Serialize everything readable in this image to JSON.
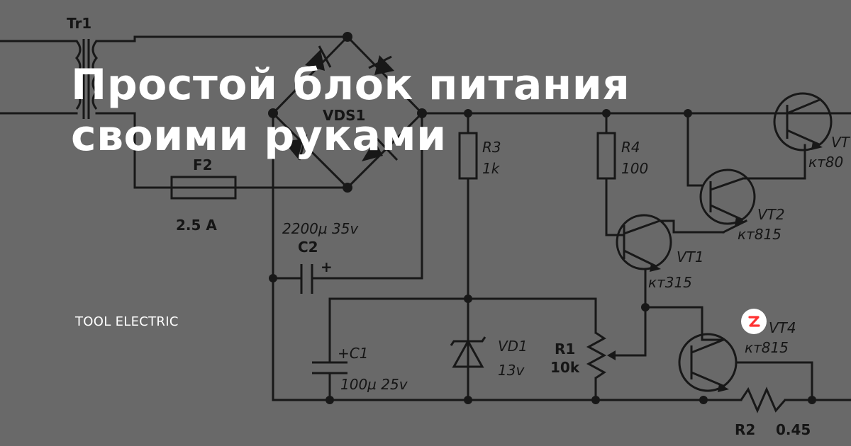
{
  "headline": "Простой блок питания своими руками",
  "source": "TOOL ELECTRIC",
  "badge": {
    "icon": "zen-logo-icon",
    "color": "#ff3333"
  },
  "schematic": {
    "labels": {
      "transformer": "Tr1",
      "bridge": "VDS1",
      "fuse": "F2",
      "fuse_rating": "2.5 A",
      "c2_value": "2200µ 35v",
      "c2_name": "C2",
      "c2_polarity": "+",
      "c1_name": "+C1",
      "c1_value": "100µ 25v",
      "r3_name": "R3",
      "r3_value": "1k",
      "r4_name": "R4",
      "r4_value": "100",
      "vd1_name": "VD1",
      "vd1_value": "13v",
      "r1_name": "R1",
      "r1_value": "10k",
      "vt1_name": "VT1",
      "vt1_type": "кт315",
      "vt2_name": "VT2",
      "vt2_type": "кт815",
      "vt3_name": "VT",
      "vt3_type": "кт80",
      "vt4_name": "VT4",
      "vt4_type": "кт815",
      "r2_name": "R2",
      "r2_value": "0.45"
    }
  }
}
